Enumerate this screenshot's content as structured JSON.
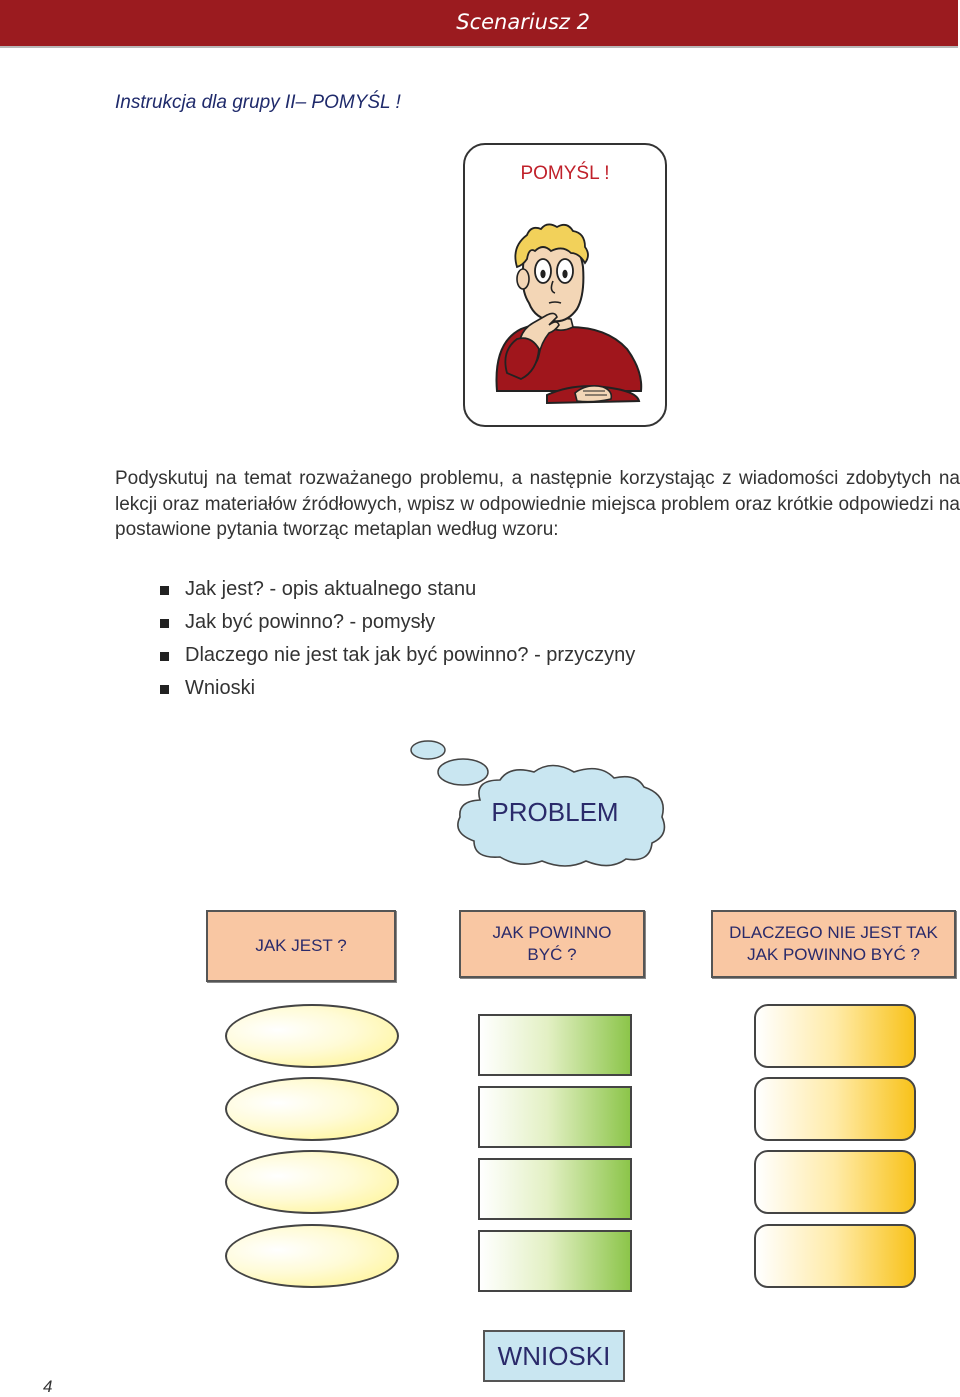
{
  "header": {
    "title": "Scenariusz 2"
  },
  "instruction": {
    "title": "Instrukcja dla grupy II– POMYŚL !"
  },
  "card": {
    "title": "POMYŚL !"
  },
  "paragraph": "Podyskutuj na temat rozważanego problemu, a następnie korzystając z wiadomości zdobytych na lekcji oraz materiałów źródłowych, wpisz w odpowiednie miejsca problem oraz krótkie odpowiedzi na postawione pytania tworząc metaplan według wzoru:",
  "bullets": [
    "Jak jest? - opis aktualnego stanu",
    "Jak być powinno? - pomysły",
    "Dlaczego nie jest tak jak być powinno? - przyczyny",
    "Wnioski"
  ],
  "diagram": {
    "problem": "PROBLEM",
    "columns": [
      "JAK JEST ?",
      "JAK POWINNO BYĆ ?",
      "DLACZEGO NIE JEST TAK JAK POWINNO BYĆ ?"
    ],
    "conclusions": "WNIOSKI"
  },
  "page_number": "4",
  "colors": {
    "header_bar": "#9b1b1f",
    "card_title": "#c0202a",
    "cloud_fill": "#c9e6f1",
    "header_box_fill": "#f9c7a3",
    "oval_fill": "#fff38a",
    "rect_fill": "#8cc54a",
    "rounded_rect_fill": "#f8c21a"
  }
}
